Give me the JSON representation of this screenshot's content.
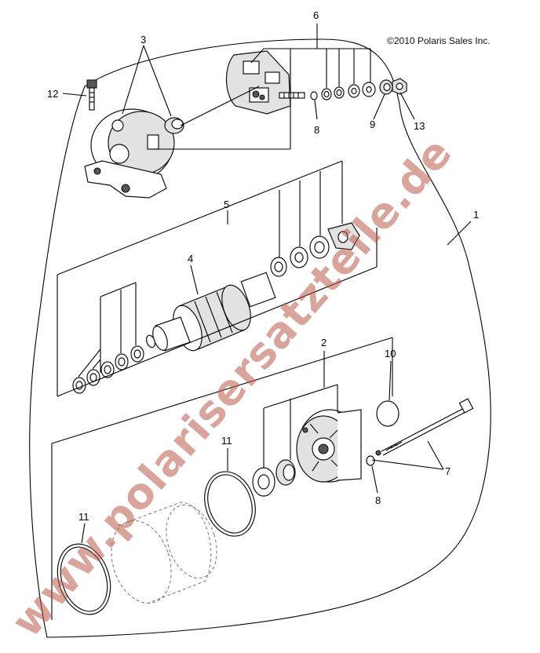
{
  "copyright": "©2010 Polaris Sales Inc.",
  "watermark": "www.polarisersatzteile.de",
  "callouts": {
    "c1": "1",
    "c2": "2",
    "c3": "3",
    "c4": "4",
    "c5": "5",
    "c6": "6",
    "c7": "7",
    "c8a": "8",
    "c8b": "8",
    "c9": "9",
    "c10": "10",
    "c11a": "11",
    "c11b": "11",
    "c12": "12",
    "c13": "13"
  }
}
